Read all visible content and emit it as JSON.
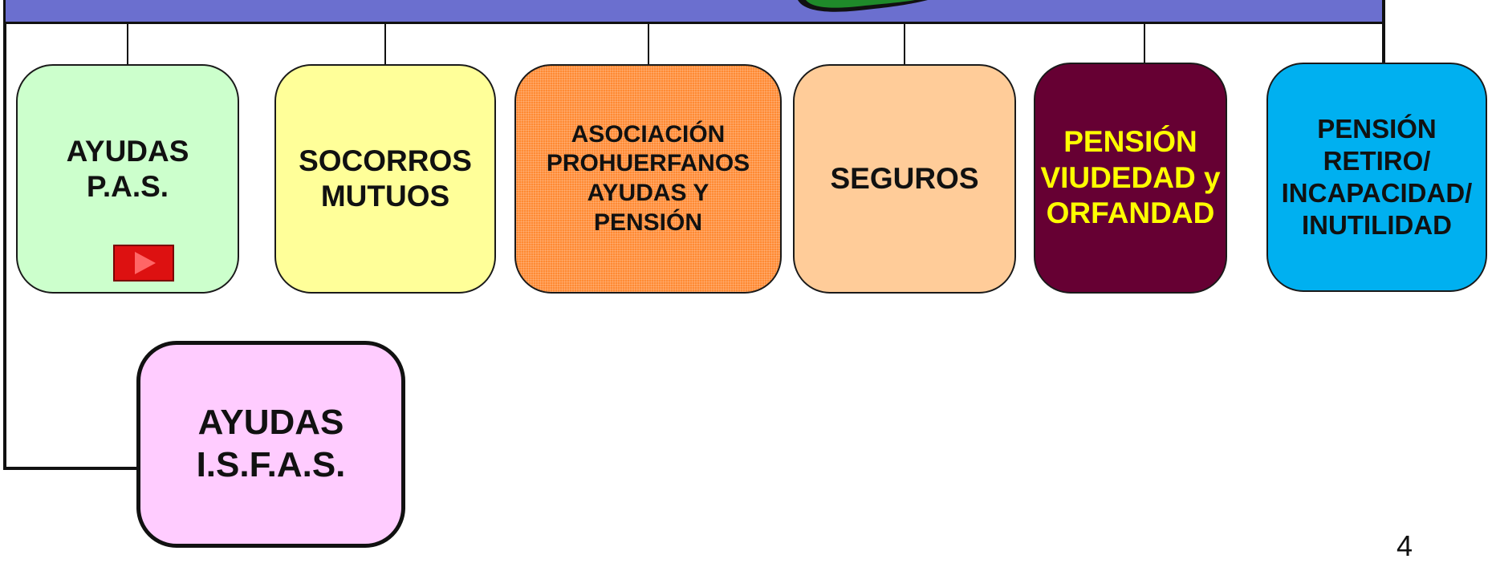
{
  "boxes": {
    "ayudas_pas": "AYUDAS\nP.A.S.",
    "socorros": "SOCORROS\nMUTUOS",
    "asociacion": "ASOCIACIÓN\nPROHUERFANOS\nAYUDAS Y\nPENSIÓN",
    "seguros": "SEGUROS",
    "viudedad": "PENSIÓN\nVIUDEDAD y\nORFANDAD",
    "retiro": "PENSIÓN\nRETIRO/\nINCAPACIDAD/\nINUTILIDAD",
    "ayudas_isfas": "AYUDAS\nI.S.F.A.S."
  },
  "play_button_icon": "play-icon",
  "page_number": "4",
  "colors": {
    "banner": "#6b6fcf",
    "ayudas_pas": "#ccffcc",
    "socorros": "#ffff99",
    "asociacion": "#ff8a33",
    "seguros": "#ffcc99",
    "viudedad": "#660033",
    "viudedad_text": "#ffff00",
    "retiro": "#00b0f0",
    "ayudas_isfas": "#ffccff",
    "play_button": "#dd1111"
  }
}
